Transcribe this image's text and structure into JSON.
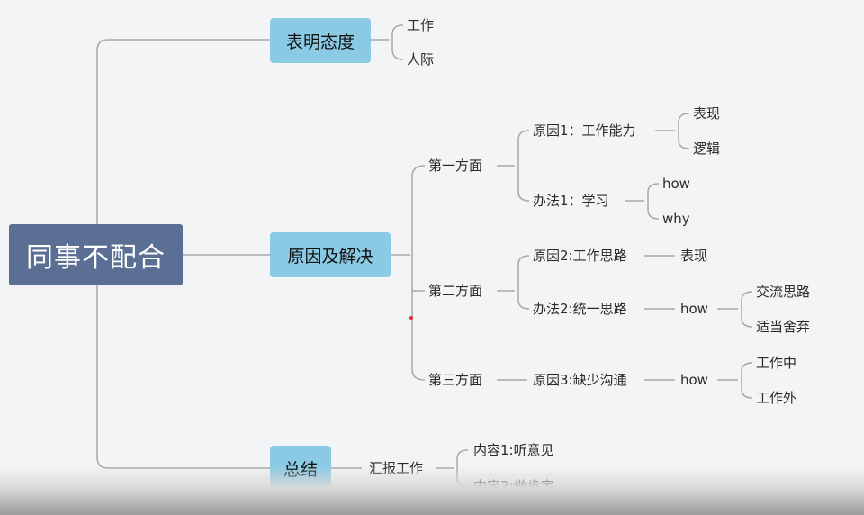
{
  "root": "同事不配合",
  "branches": {
    "attitude": {
      "label": "表明态度",
      "children": [
        "工作",
        "人际"
      ]
    },
    "cause": {
      "label": "原因及解决",
      "aspect1": {
        "label": "第一方面",
        "reason": {
          "label": "原因1：工作能力",
          "children": [
            "表现",
            "逻辑"
          ]
        },
        "method": {
          "label": "办法1：学习",
          "children": [
            "how",
            "why"
          ]
        }
      },
      "aspect2": {
        "label": "第二方面",
        "reason": {
          "label": "原因2:工作思路",
          "child": "表现"
        },
        "method": {
          "label": "办法2:统一思路",
          "child": "how",
          "children": [
            "交流思路",
            "适当舍弃"
          ]
        }
      },
      "aspect3": {
        "label": "第三方面",
        "reason": {
          "label": "原因3:缺少沟通",
          "child": "how",
          "children": [
            "工作中",
            "工作外"
          ]
        }
      }
    },
    "summary": {
      "label": "总结",
      "child": "汇报工作",
      "children": [
        "内容1:听意见",
        "内容2:做肯定"
      ]
    }
  },
  "colors": {
    "root_bg": "#5a6f93",
    "main_bg": "#8bcae4",
    "line": "#a8a8a8"
  }
}
